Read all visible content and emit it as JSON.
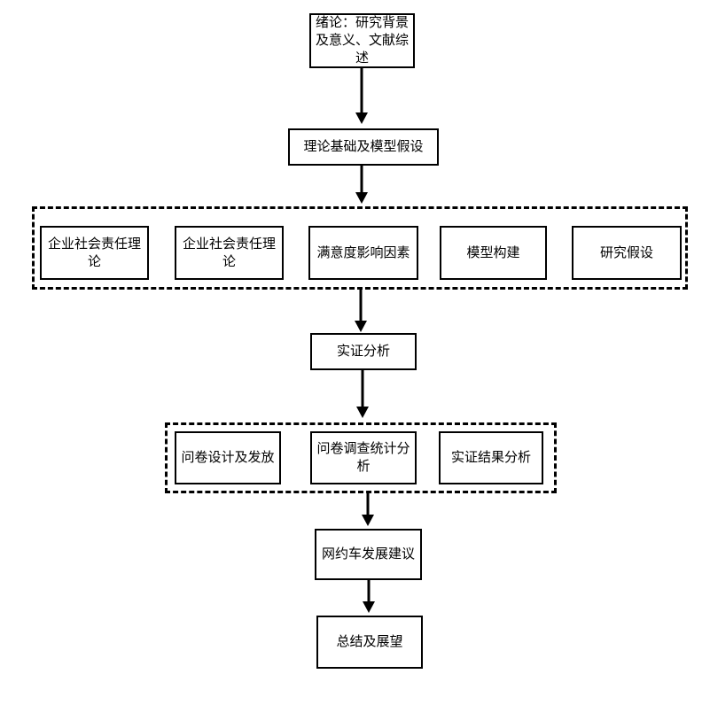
{
  "flowchart": {
    "nodes": {
      "intro": "绪论：研究背景及意义、文献综述",
      "theory": "理论基础及模型假设",
      "empirical": "实证分析",
      "suggestion": "网约车发展建议",
      "conclusion": "总结及展望"
    },
    "theory_group": {
      "items": [
        "企业社会责任理论",
        "企业社会责任理论",
        "满意度影响因素",
        "模型构建",
        "研究假设"
      ]
    },
    "empirical_group": {
      "items": [
        "问卷设计及发放",
        "问卷调查统计分析",
        "实证结果分析"
      ]
    },
    "colors": {
      "line": "#000000",
      "box_border": "#000000",
      "background": "#ffffff"
    }
  }
}
